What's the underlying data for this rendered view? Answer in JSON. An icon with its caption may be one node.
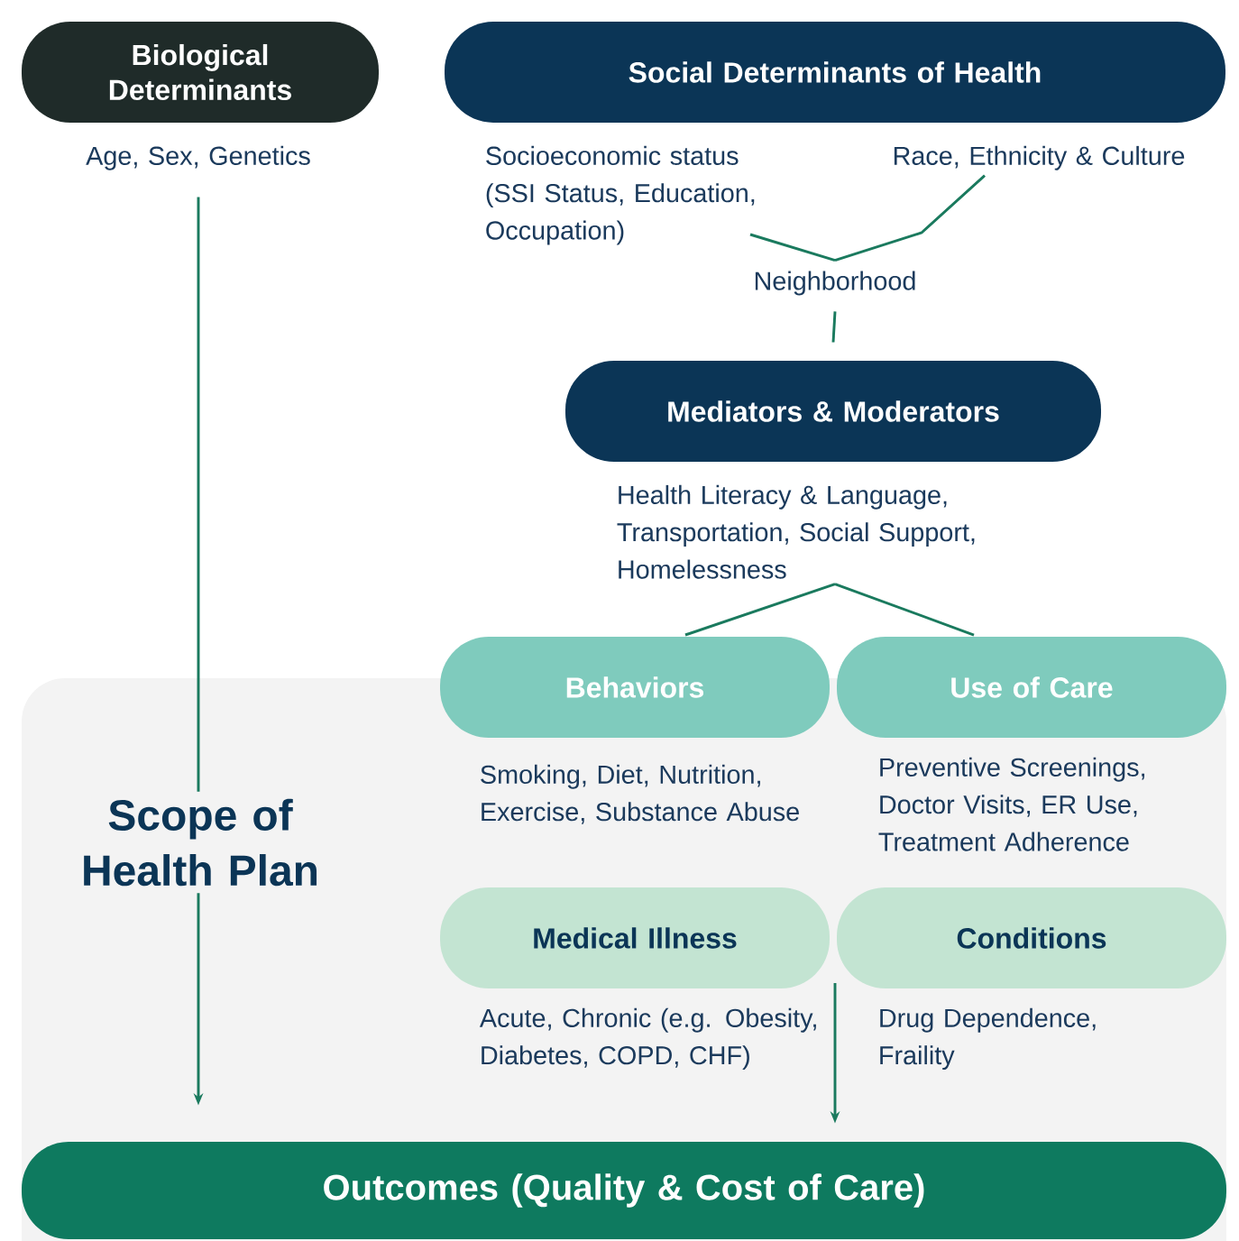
{
  "diagram": {
    "nodes": [
      {
        "text": [
          "Biological Determinants"
        ],
        "beside": [
          "Age, Sex, Genetics"
        ]
      },
      {
        "text": [
          "Social Determinants of Health"
        ]
      },
      {
        "text": [
          "Socioeconomic status (SSI Status, Education, Occupation)"
        ]
      },
      {
        "text": [
          "Race, Ethnicity & Culture"
        ]
      },
      {
        "text": [
          "Neighborhood"
        ]
      },
      {
        "text": [
          "Mediators & Moderators"
        ],
        "beside": [
          "Health Literacy & Language, Transportation, Social Support, Homelessness"
        ]
      },
      {
        "text": [
          "Scope of Health Plan"
        ]
      },
      {
        "text": [
          "Behaviors"
        ],
        "beside": [
          "Smoking, Diet, Nutrition, Exercise, Substance Abuse"
        ]
      },
      {
        "text": [
          "Use of Care"
        ],
        "beside": [
          "Preventive Screenings, Doctor Visits, ER Use, Treatment Adherence"
        ]
      },
      {
        "text": [
          "Medical Illness"
        ],
        "beside": [
          "Acute, Chronic (e.g. Obesity, Diabetes, COPD, CHF)"
        ],
        "in": 6
      },
      {
        "text": [
          "Conditions"
        ],
        "beside": [
          "Drug Dependence, Fraility"
        ],
        "in": 6
      },
      {
        "text": [
          "Outcomes (Quality & Cost of Care)"
        ],
        "in": 6
      }
    ],
    "edges": [
      {
        "from": 2,
        "to": 4,
        "arrow": "none"
      },
      {
        "from": 3,
        "to": 4,
        "arrow": "none"
      },
      {
        "from": 4,
        "to": 5,
        "arrow": "none"
      },
      {
        "from": 5,
        "to": 7,
        "arrow": "none"
      },
      {
        "from": 5,
        "to": 8,
        "arrow": "none"
      },
      {
        "from": 0,
        "to": 11,
        "arrow": "to"
      },
      {
        "from": 9,
        "to": 11,
        "arrow": "to"
      },
      {
        "from": 10,
        "to": 11,
        "arrow": "to"
      }
    ]
  }
}
